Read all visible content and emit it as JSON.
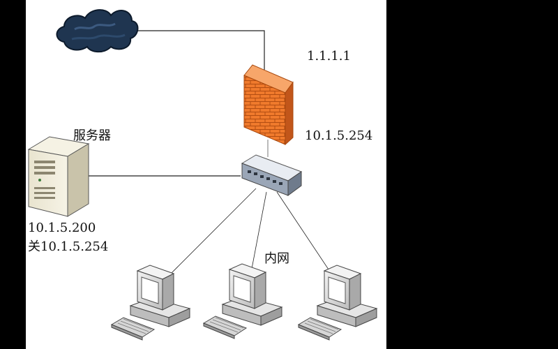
{
  "labels": {
    "wan_ip": "1.1.1.1",
    "firewall_lan_ip": "10.1.5.254",
    "server_title": "服务器",
    "server_ip": "10.1.5.200",
    "server_gateway": "关10.1.5.254",
    "lan_label": "内网"
  },
  "colors": {
    "background": "#ffffff",
    "firewall": "#f07a2c",
    "cloud": "#1f3550",
    "line": "#222222"
  },
  "icons": [
    "cloud-icon",
    "firewall-icon",
    "switch-icon",
    "server-icon",
    "computer-icon"
  ]
}
